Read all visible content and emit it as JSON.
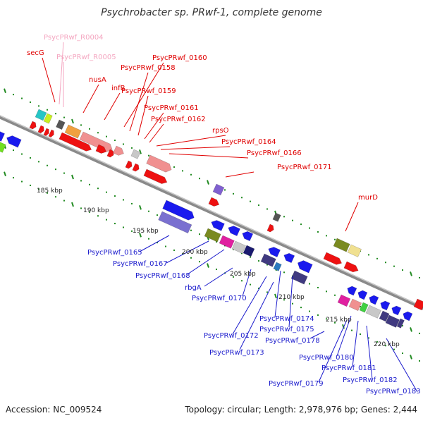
{
  "title": "Psychrobacter sp. PRwf-1, complete genome",
  "footer": {
    "accession": "Accession: NC_009524",
    "summary": "Topology: circular; Length: 2,978,976 bp; Genes: 2,444"
  },
  "colors": {
    "forward_label": "#e00000",
    "rna_label": "#f4a6c0",
    "reverse_label": "#1a1acc",
    "forward_arrow": "#ee1111",
    "backbone": "#8a8a8a",
    "tick": "#228b22"
  },
  "scale_ticks": [
    "185 kbp",
    "190 kbp",
    "195 kbp",
    "200 kbp",
    "205 kbp",
    "210 kbp",
    "215 kbp",
    "220 kbp"
  ],
  "labels_top": [
    {
      "text": "secG",
      "type": "forward"
    },
    {
      "text": "PsycPRwf_R0004",
      "type": "rna"
    },
    {
      "text": "PsycPRwf_R0005",
      "type": "rna"
    },
    {
      "text": "nusA",
      "type": "forward"
    },
    {
      "text": "infB",
      "type": "forward"
    },
    {
      "text": "PsycPRwf_0160",
      "type": "forward"
    },
    {
      "text": "PsycPRwf_0158",
      "type": "forward"
    },
    {
      "text": "PsycPRwf_0159",
      "type": "forward"
    },
    {
      "text": "PsycPRwf_0161",
      "type": "forward"
    },
    {
      "text": "PsycPRwf_0162",
      "type": "forward"
    },
    {
      "text": "rpsO",
      "type": "forward"
    },
    {
      "text": "PsycPRwf_0164",
      "type": "forward"
    },
    {
      "text": "PsycPRwf_0166",
      "type": "forward"
    },
    {
      "text": "PsycPRwf_0171",
      "type": "forward"
    },
    {
      "text": "murD",
      "type": "forward"
    }
  ],
  "labels_bottom": [
    {
      "text": "PsycPRwf_0165",
      "type": "reverse"
    },
    {
      "text": "PsycPRwf_0167",
      "type": "reverse"
    },
    {
      "text": "PsycPRwf_0168",
      "type": "reverse"
    },
    {
      "text": "rbgA",
      "type": "reverse"
    },
    {
      "text": "PsycPRwf_0170",
      "type": "reverse"
    },
    {
      "text": "PsycPRwf_0174",
      "type": "reverse"
    },
    {
      "text": "PsycPRwf_0175",
      "type": "reverse"
    },
    {
      "text": "PsycPRwf_0172",
      "type": "reverse"
    },
    {
      "text": "PsycPRwf_0178",
      "type": "reverse"
    },
    {
      "text": "PsycPRwf_0173",
      "type": "reverse"
    },
    {
      "text": "PsycPRwf_0180",
      "type": "reverse"
    },
    {
      "text": "PsycPRwf_0181",
      "type": "reverse"
    },
    {
      "text": "PsycPRwf_0182",
      "type": "reverse"
    },
    {
      "text": "PsycPRwf_0179",
      "type": "reverse"
    },
    {
      "text": "PsycPRwf_0183",
      "type": "reverse"
    }
  ]
}
